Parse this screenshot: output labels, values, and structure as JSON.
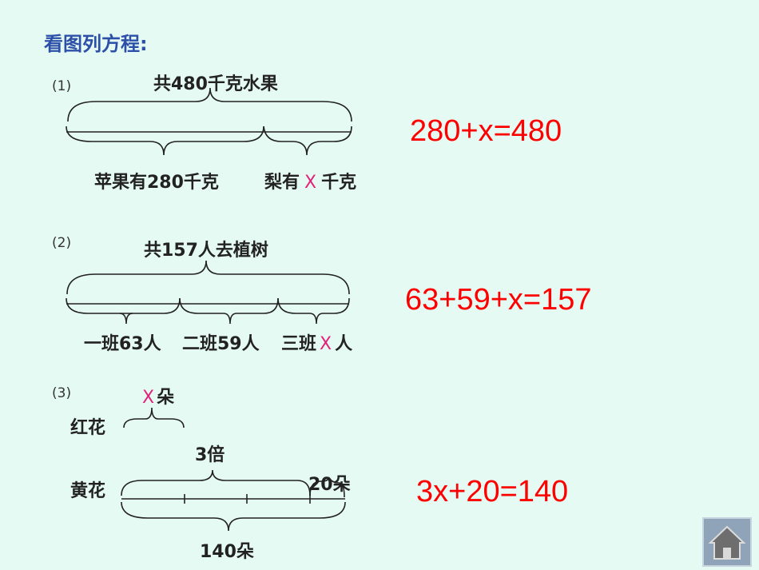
{
  "title": "看图列方程:",
  "p1": {
    "num": "(1)",
    "top_label": "共480千克水果",
    "left_label": "苹果有280千克",
    "right_prefix": "梨有",
    "right_var": "X",
    "right_suffix": "千克",
    "equation": "280+x=480"
  },
  "p2": {
    "num": "(2)",
    "top_label": "共157人去植树",
    "seg1": "一班63人",
    "seg2": "二班59人",
    "seg3_prefix": "三班",
    "seg3_var": "X",
    "seg3_suffix": "人",
    "equation": "63+59+x=157"
  },
  "p3": {
    "num": "(3)",
    "red_var": "X",
    "red_suffix": "朵",
    "red_label": "红花",
    "yellow_label": "黄花",
    "multiplier": "3倍",
    "extra": "20朵",
    "total": "140朵",
    "equation": "3x+20=140"
  },
  "icons": {
    "home": "home-icon"
  }
}
